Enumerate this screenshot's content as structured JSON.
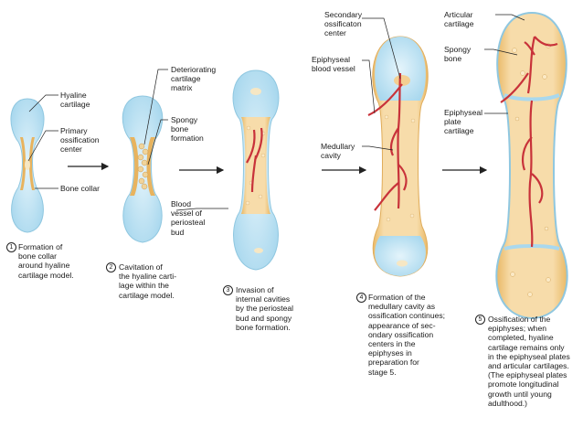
{
  "colors": {
    "cartilage_blue": "#bfe3f3",
    "cartilage_edge": "#8fc7e0",
    "bone_tan": "#f3cf92",
    "bone_collar": "#e8b35e",
    "vessel_red": "#c8323a",
    "arrow": "#222222"
  },
  "stage1": {
    "labels": [
      "Hyaline\ncartilage",
      "Primary\nossification\ncenter",
      "Bone collar"
    ],
    "number": "1",
    "caption": "Formation of\nbone collar\naround hyaline\ncartilage model."
  },
  "stage2": {
    "labels": [
      "Deteriorating\ncartilage\nmatrix",
      "Spongy\nbone\nformation",
      "Blood\nvessel of\nperiosteal\nbud"
    ],
    "number": "2",
    "caption": "Cavitation of\nthe hyaline carti-\nlage within the\ncartilage model."
  },
  "stage3": {
    "number": "3",
    "caption": "Invasion of\ninternal cavities\nby the periosteal\nbud and spongy\nbone formation."
  },
  "stage4": {
    "labels": [
      "Secondary\nossificaton\ncenter",
      "Epiphyseal\nblood vessel",
      "Medullary\ncavity"
    ],
    "number": "4",
    "caption": "Formation of the\nmedullary cavity as\nossification continues;\nappearance of sec-\nondary ossification\ncenters in the\nepiphyses in\npreparation for\nstage 5."
  },
  "stage5": {
    "labels": [
      "Articular\ncartilage",
      "Spongy\nbone",
      "Epiphyseal\nplate\ncartilage"
    ],
    "number": "5",
    "caption": "Ossification of the\nepiphyses; when\ncompleted, hyaline\ncartilage remains only\nin the epiphyseal plates\nand articular cartilages.\n(The epiphyseal plates\npromote longitudinal\ngrowth until young\nadulthood.)"
  }
}
